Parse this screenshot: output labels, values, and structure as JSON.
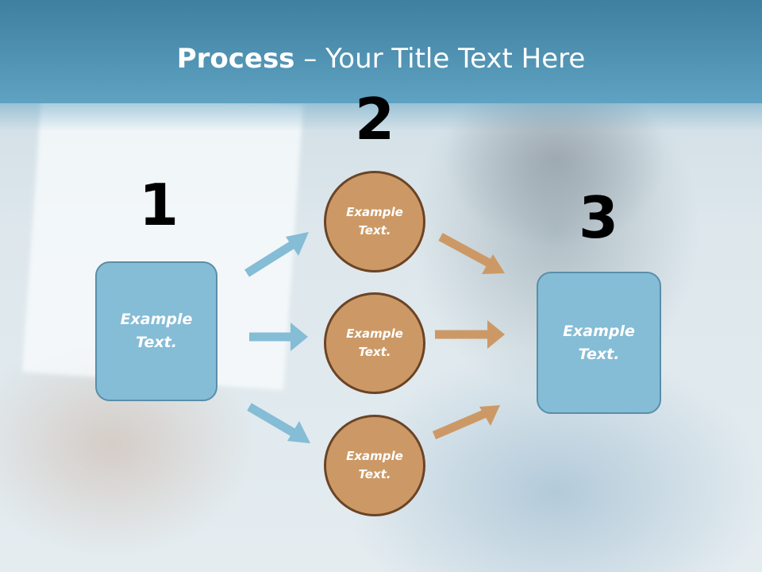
{
  "title": {
    "bold": "Process",
    "rest": " – Your Title Text Here"
  },
  "colors": {
    "header": "#5fa2c2",
    "box_fill": "#85bcd6",
    "box_border": "#5a8ea9",
    "circle_fill": "#cc9966",
    "circle_border": "#6b4426",
    "arrow_blue": "#85bcd6",
    "arrow_orange": "#cc9966"
  },
  "steps": {
    "one": "1",
    "two": "2",
    "three": "3"
  },
  "left_box": {
    "line1": "Example",
    "line2": "Text."
  },
  "circles": [
    {
      "line1": "Example",
      "line2": "Text."
    },
    {
      "line1": "Example",
      "line2": "Text."
    },
    {
      "line1": "Example",
      "line2": "Text."
    }
  ],
  "right_box": {
    "line1": "Example",
    "line2": "Text."
  }
}
